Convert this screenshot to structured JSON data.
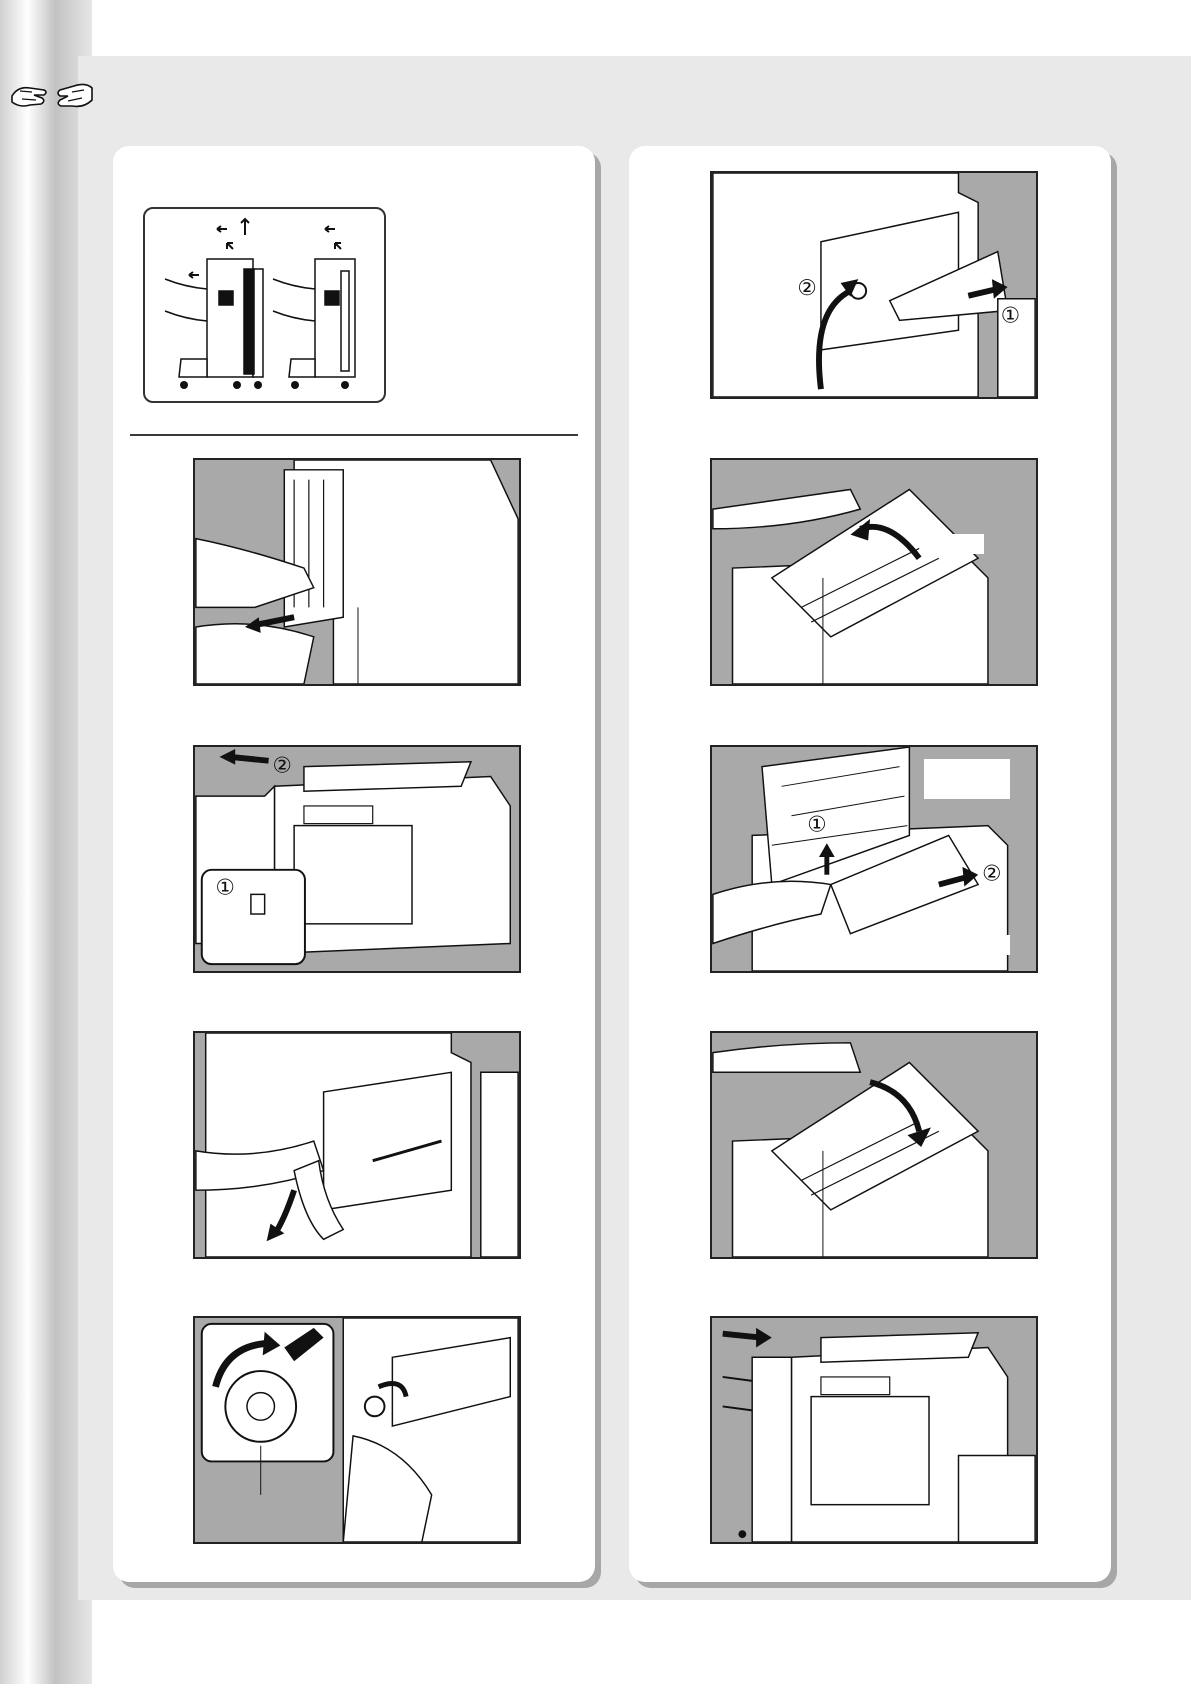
{
  "page": {
    "colors": {
      "background": "#e9e9e9",
      "panel": "#ffffff",
      "panel_shadow": "#a7a7a7",
      "figure_bg": "#a9a9a9",
      "line": "#222222"
    }
  },
  "header": {
    "icon": "hands-icon"
  },
  "figures": {
    "right_1": {
      "step_a": "①",
      "step_b": "②"
    },
    "left_2": {
      "step_a": "①",
      "step_b": "②"
    },
    "right_3": {
      "step_a": "①",
      "step_b": "②"
    }
  }
}
